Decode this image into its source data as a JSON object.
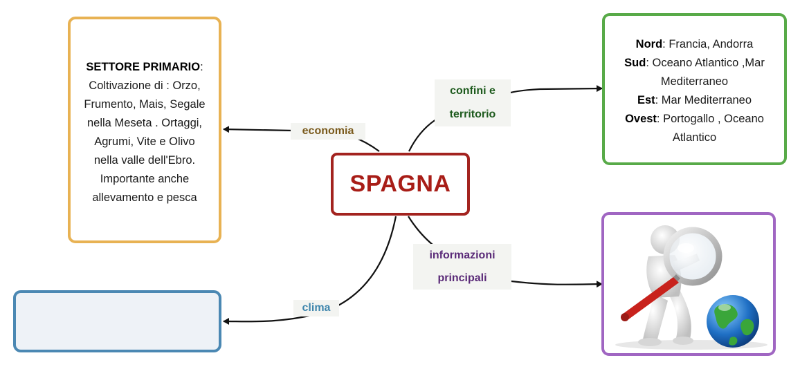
{
  "central_topic": "SPAGNA",
  "branches": {
    "economia": {
      "label": "economia",
      "content": {
        "heading": "SETTORE PRIMARIO",
        "text_lines": [
          "Coltivazione di : Orzo,",
          "Frumento, Mais, Segale",
          "nella Meseta . Ortaggi,",
          "Agrumi, Vite e Olivo",
          "nella valle dell'Ebro.",
          "Importante anche",
          "allevamento e pesca"
        ]
      }
    },
    "confini": {
      "label_lines": [
        "confini e",
        "territorio"
      ],
      "content": {
        "nord_key": "Nord",
        "nord_value": ": Francia, Andorra",
        "sud_key": "Sud",
        "sud_value_1": ": Oceano Atlantico ,Mar",
        "sud_value_2": "Mediterraneo",
        "est_key": "Est",
        "est_value": ": Mar Mediterraneo",
        "ovest_key": "Ovest",
        "ovest_value_1": ": Portogallo , Oceano",
        "ovest_value_2": "Atlantico"
      }
    },
    "clima": {
      "label": "clima",
      "content": ""
    },
    "informazioni": {
      "label_lines": [
        "informazioni",
        "principali"
      ],
      "image_icon": "magnifier-figure-globe-icon"
    }
  },
  "colors": {
    "center_border": "#a3231f",
    "center_text": "#a81d17",
    "economia_border": "#e8b253",
    "confini_border": "#58aa48",
    "clima_border": "#4b88b3",
    "info_border": "#a066c2",
    "connector": "#111111"
  }
}
